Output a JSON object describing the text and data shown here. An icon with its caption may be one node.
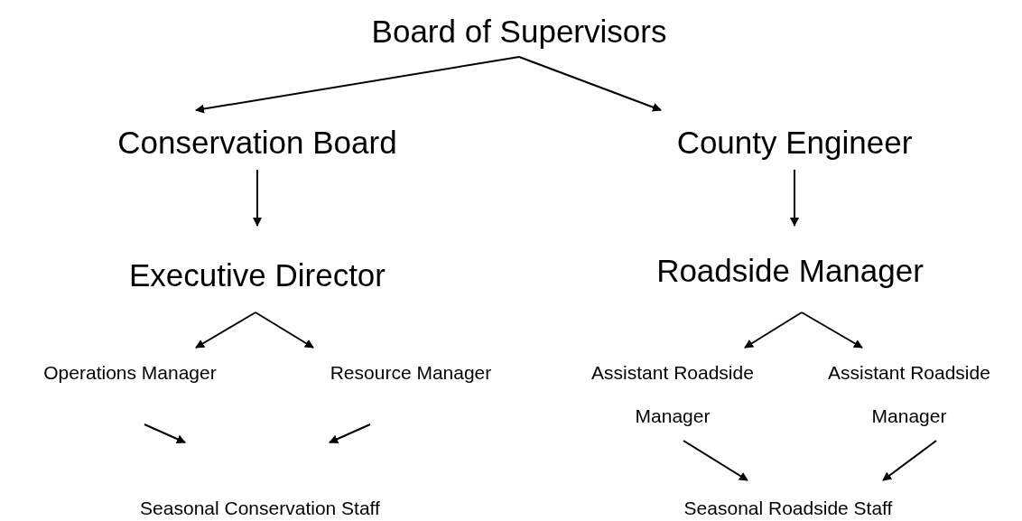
{
  "diagram": {
    "nodes": [
      {
        "text": [
          "Board of Supervisors"
        ]
      },
      {
        "text": [
          "Conservation Board"
        ]
      },
      {
        "text": [
          "County Engineer"
        ]
      },
      {
        "text": [
          "Executive Director"
        ]
      },
      {
        "text": [
          "Roadside Manager"
        ]
      },
      {
        "text": [
          "Operations Manager"
        ]
      },
      {
        "text": [
          "Resource Manager"
        ]
      },
      {
        "text": [
          "Assistant Roadside Manager"
        ]
      },
      {
        "text": [
          "Assistant Roadside Manager"
        ]
      },
      {
        "text": [
          "Seasonal Conservation Staff"
        ]
      },
      {
        "text": [
          "Seasonal Roadside Staff"
        ]
      }
    ],
    "edges": [
      {
        "from": 0,
        "to": 1,
        "arrow": "to"
      },
      {
        "from": 0,
        "to": 2,
        "arrow": "to"
      },
      {
        "from": 1,
        "to": 3,
        "arrow": "to"
      },
      {
        "from": 2,
        "to": 4,
        "arrow": "to"
      },
      {
        "from": 3,
        "to": 5,
        "arrow": "to"
      },
      {
        "from": 3,
        "to": 6,
        "arrow": "to"
      },
      {
        "from": 4,
        "to": 7,
        "arrow": "to"
      },
      {
        "from": 4,
        "to": 8,
        "arrow": "to"
      },
      {
        "from": 5,
        "to": 9,
        "arrow": "to"
      },
      {
        "from": 6,
        "to": 9,
        "arrow": "to"
      },
      {
        "from": 7,
        "to": 10,
        "arrow": "to"
      },
      {
        "from": 8,
        "to": 10,
        "arrow": "to"
      }
    ]
  }
}
